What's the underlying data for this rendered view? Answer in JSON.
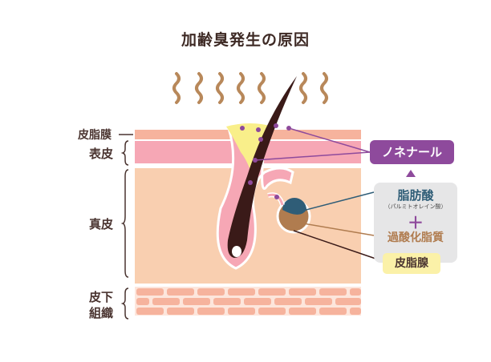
{
  "title": "加齢臭発生の原因",
  "layers": {
    "sebum_film": "皮脂膜",
    "epidermis": "表皮",
    "dermis": "真皮",
    "subcutis_line1": "皮下",
    "subcutis_line2": "組織"
  },
  "legend": {
    "nonenal": "ノネナール",
    "fatty_acid": "脂肪酸",
    "fatty_acid_note": "（パルミトオレイン酸）",
    "plus": "＋",
    "lipid_peroxide": "過酸化脂質",
    "sebaceous_gland": "皮脂腺"
  },
  "colors": {
    "sebum_film": "#f6b39d",
    "epidermis": "#f6a7b5",
    "dermis": "#f9cfb0",
    "subcutis": "#f6b39d",
    "hair": "#3a1a18",
    "sebum": "#f9ef8a",
    "nonenal": "#8e4a9c",
    "fatty_acid": "#2f5d77",
    "lipid_peroxide": "#b07c4f",
    "odor_wave": "#b8885a"
  }
}
